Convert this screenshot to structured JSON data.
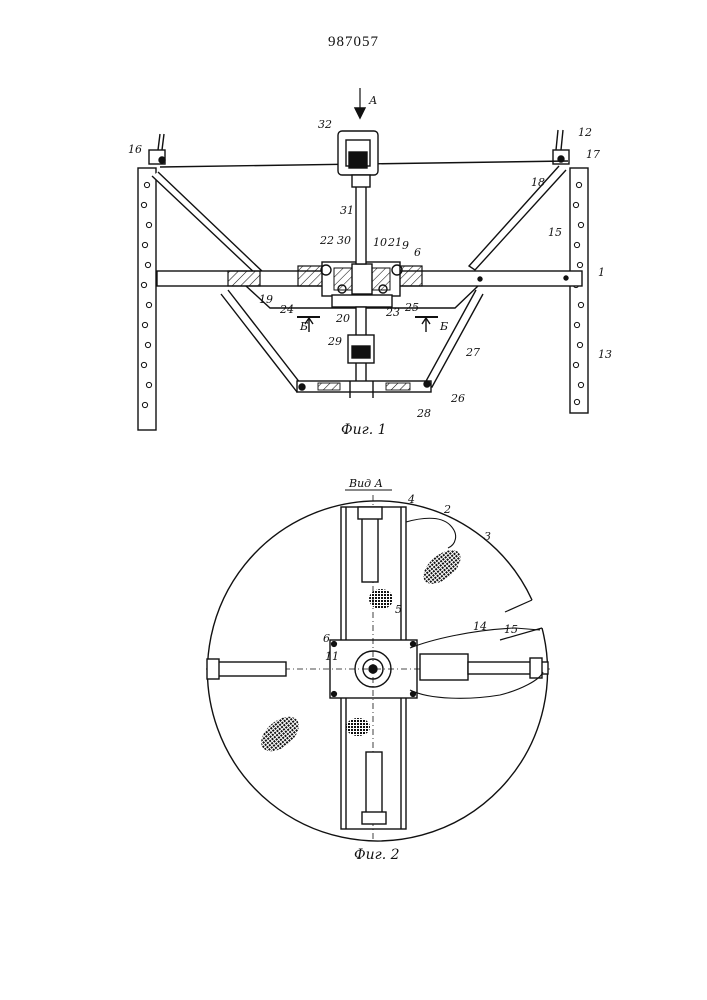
{
  "patent_number": "987057",
  "fig1": {
    "caption": "Фиг. 1",
    "view_arrow": "А",
    "section_left": "Б",
    "section_right": "Б",
    "labels": [
      "32",
      "16",
      "12",
      "17",
      "18",
      "31",
      "15",
      "22",
      "30",
      "10",
      "21",
      "9",
      "6",
      "1",
      "19",
      "24",
      "23",
      "25",
      "20",
      "29",
      "27",
      "13",
      "28",
      "26"
    ]
  },
  "fig2": {
    "caption": "Фиг. 2",
    "view_title": "Вид А",
    "labels": [
      "4",
      "2",
      "3",
      "5",
      "6",
      "11",
      "14",
      "15"
    ]
  },
  "colors": {
    "ink": "#111111",
    "paper": "#ffffff"
  }
}
